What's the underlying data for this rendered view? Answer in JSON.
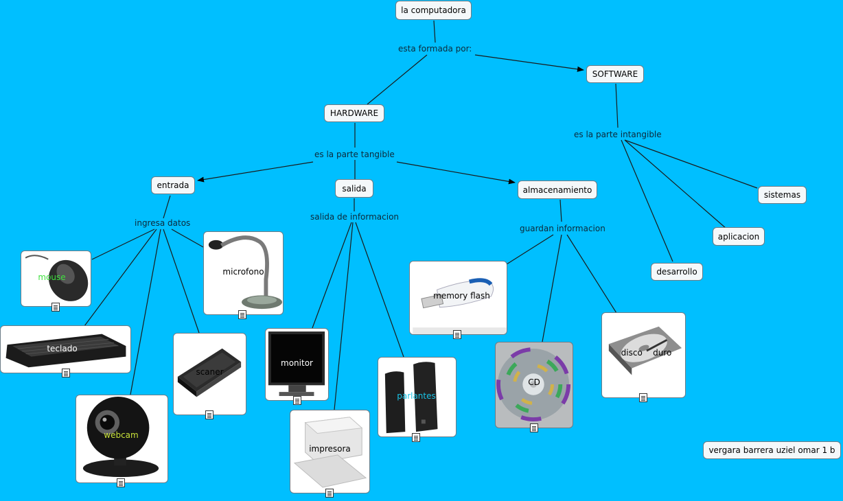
{
  "concepts": {
    "computadora": "la computadora",
    "hardware": "HARDWARE",
    "software": "SOFTWARE",
    "entrada": "entrada",
    "salida": "salida",
    "almacenamiento": "almacenamiento",
    "sistemas": "sistemas",
    "aplicacion": "aplicacion",
    "desarrollo": "desarrollo",
    "author": "vergara barrera uziel omar 1 b"
  },
  "phrases": {
    "formada": "esta formada por:",
    "tangible": "es la parte tangible",
    "intangible": "es la parte intangible",
    "ingresa": "ingresa datos",
    "salida_info": "salida de informacion",
    "guardan": "guardan informacion"
  },
  "image_nodes": {
    "mouse": "mouse",
    "microfono": "microfono",
    "teclado": "teclado",
    "scaner": "scaner",
    "webcam": "webcam",
    "monitor": "monitor",
    "impresora": "impresora",
    "parlantes": "parlantes",
    "memory": "memory flash",
    "cd": "CD",
    "disco": "disco    duro"
  },
  "colors": {
    "background": "#00BFFF",
    "node_fill": "#F4F8FA",
    "line": "#1a1a1a"
  }
}
